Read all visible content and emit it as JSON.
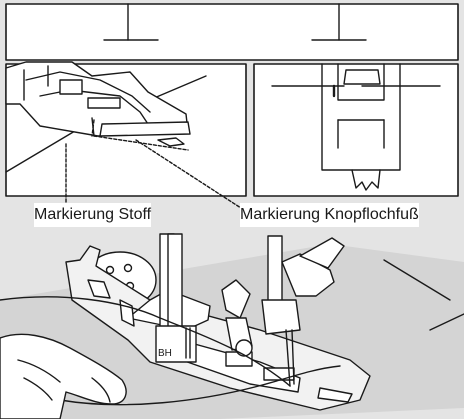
{
  "labels": {
    "fabric_mark": "Markierung Stoff",
    "foot_mark": "Markierung Knopflochfuß"
  },
  "foot_plate_text": "BH",
  "colors": {
    "background": "#e4e4e4",
    "panel": "#ffffff",
    "line": "#1a1a1a"
  }
}
